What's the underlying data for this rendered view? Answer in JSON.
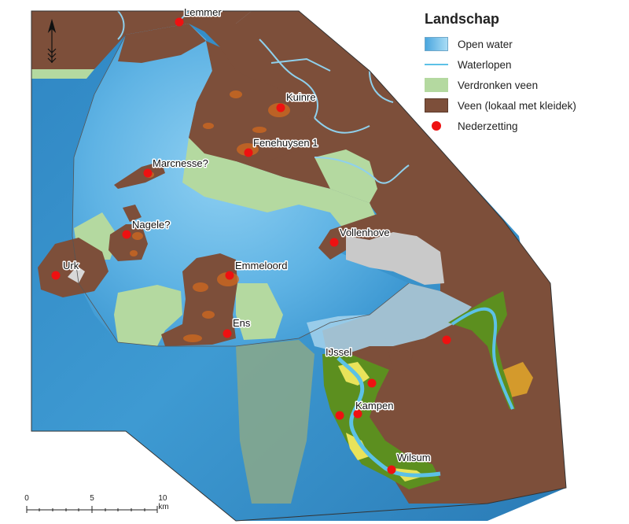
{
  "legend": {
    "title": "Landschap",
    "items": [
      {
        "key": "open-water",
        "label": "Open water",
        "color": "#4aa6de"
      },
      {
        "key": "waterlopen",
        "label": "Waterlopen",
        "color": "#5cc1e6"
      },
      {
        "key": "verdronken-veen",
        "label": "Verdronken veen",
        "color": "#b4d9a0"
      },
      {
        "key": "veen",
        "label": "Veen (lokaal met kleidek)",
        "color": "#7d4f3a"
      },
      {
        "key": "nederzetting",
        "label": "Nederzetting",
        "color": "#ee1111"
      }
    ]
  },
  "places": [
    {
      "name": "Lemmer"
    },
    {
      "name": "Kuinre"
    },
    {
      "name": "Fenehuysen 1"
    },
    {
      "name": "Marcnesse?"
    },
    {
      "name": "Nagele?"
    },
    {
      "name": "Urk"
    },
    {
      "name": "Vollenhove"
    },
    {
      "name": "Emmeloord"
    },
    {
      "name": "Ens"
    },
    {
      "name": "Kampen"
    },
    {
      "name": "Wilsum"
    }
  ],
  "rivers": {
    "ijssel": "IJssel"
  },
  "scale": {
    "labels": [
      "0",
      "5",
      "10 km"
    ]
  },
  "north_arrow": {
    "icon": "north-arrow-icon"
  }
}
